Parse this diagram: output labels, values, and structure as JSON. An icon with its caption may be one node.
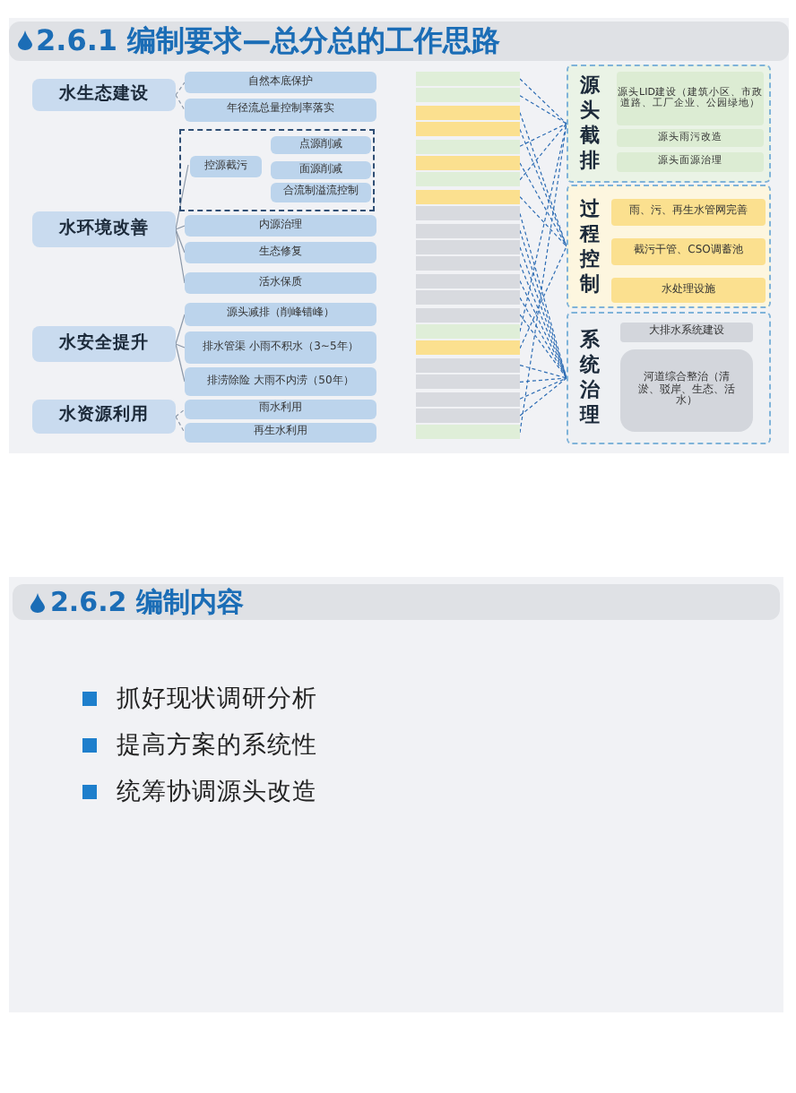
{
  "diagram": {
    "title": "2.6.1 编制要求—总分总的工作思路",
    "nodes": [
      {
        "text": [
          "水生态建设"
        ]
      },
      {
        "text": [
          "自然本底保护"
        ]
      },
      {
        "text": [
          "年径流总量控制率落实"
        ]
      },
      {
        "text": [
          "水环境改善"
        ]
      },
      {
        "text": [],
        "shape": "box"
      },
      {
        "text": [
          "控源截污"
        ],
        "in": 4
      },
      {
        "text": [
          "点源削减"
        ],
        "in": 4
      },
      {
        "text": [
          "面源削减"
        ],
        "in": 4
      },
      {
        "text": [
          "合流制溢流控制"
        ],
        "in": 4
      },
      {
        "text": [
          "内源治理"
        ]
      },
      {
        "text": [
          "生态修复"
        ]
      },
      {
        "text": [
          "活水保质"
        ]
      },
      {
        "text": [
          "水安全提升"
        ]
      },
      {
        "text": [
          "源头减排（削峰错峰）"
        ]
      },
      {
        "text": [
          "排水管渠 小雨不积水（3~5年）"
        ]
      },
      {
        "text": [
          "排涝除险 大雨不内涝（50年）"
        ]
      },
      {
        "text": [
          "水资源利用"
        ]
      },
      {
        "text": [
          "雨水利用"
        ]
      },
      {
        "text": [
          "再生水利用"
        ]
      },
      {
        "text": [],
        "shape": "box"
      },
      {
        "text": [],
        "shape": "box"
      },
      {
        "text": [],
        "shape": "box"
      },
      {
        "text": [],
        "shape": "box"
      },
      {
        "text": [],
        "shape": "box"
      },
      {
        "text": [],
        "shape": "box"
      },
      {
        "text": [],
        "shape": "box"
      },
      {
        "text": [],
        "shape": "box"
      },
      {
        "text": [],
        "shape": "box"
      },
      {
        "text": [],
        "shape": "box"
      },
      {
        "text": [],
        "shape": "box"
      },
      {
        "text": [],
        "shape": "box"
      },
      {
        "text": [],
        "shape": "box"
      },
      {
        "text": [],
        "shape": "box"
      },
      {
        "text": [],
        "shape": "box"
      },
      {
        "text": [],
        "shape": "box"
      },
      {
        "text": [],
        "shape": "box"
      },
      {
        "text": [],
        "shape": "box"
      },
      {
        "text": [],
        "shape": "box"
      },
      {
        "text": [],
        "shape": "box"
      },
      {
        "text": [],
        "shape": "box"
      },
      {
        "text": [],
        "shape": "box"
      },
      {
        "text": [
          "源头截排"
        ]
      },
      {
        "text": [
          "源头LID建设（建筑小区、市政道路、工厂企业、公园绿地）"
        ],
        "in": 41
      },
      {
        "text": [
          "源头雨污改造"
        ],
        "in": 41
      },
      {
        "text": [
          "源头面源治理"
        ],
        "in": 41
      },
      {
        "text": [
          "过程控制"
        ]
      },
      {
        "text": [
          "雨、污、再生水管网完善"
        ],
        "in": 45
      },
      {
        "text": [
          "截污干管、CSO调蓄池"
        ],
        "in": 45
      },
      {
        "text": [
          "水处理设施"
        ],
        "in": 45
      },
      {
        "text": [
          "系统治理"
        ]
      },
      {
        "text": [
          "大排水系统建设"
        ],
        "in": 49
      },
      {
        "text": [
          "河道综合整治（清淤、驳岸、生态、活水）"
        ],
        "in": 49
      }
    ],
    "edges": [
      {
        "from": 0,
        "to": 1,
        "arrow": "none",
        "style": "dashed",
        "color": "#8a97a8"
      },
      {
        "from": 0,
        "to": 2,
        "arrow": "none",
        "style": "dashed",
        "color": "#8a97a8"
      },
      {
        "from": 3,
        "to": 5,
        "arrow": "none",
        "color": "#8a97a8"
      },
      {
        "from": 3,
        "to": 9,
        "arrow": "none",
        "color": "#8a97a8"
      },
      {
        "from": 3,
        "to": 10,
        "arrow": "none",
        "color": "#8a97a8"
      },
      {
        "from": 3,
        "to": 11,
        "arrow": "none",
        "color": "#8a97a8"
      },
      {
        "from": 12,
        "to": 13,
        "arrow": "none",
        "color": "#8a97a8"
      },
      {
        "from": 12,
        "to": 14,
        "arrow": "none",
        "color": "#8a97a8"
      },
      {
        "from": 12,
        "to": 15,
        "arrow": "none",
        "color": "#8a97a8"
      },
      {
        "from": 16,
        "to": 17,
        "arrow": "none",
        "style": "dashed",
        "color": "#8a97a8"
      },
      {
        "from": 16,
        "to": 18,
        "arrow": "none",
        "style": "dashed",
        "color": "#8a97a8"
      },
      {
        "from": 19,
        "to": 41,
        "arrow": "none",
        "style": "dashed"
      },
      {
        "from": 20,
        "to": 41,
        "arrow": "none",
        "style": "dashed"
      },
      {
        "from": 21,
        "to": 45,
        "arrow": "none",
        "style": "dashed"
      },
      {
        "from": 22,
        "to": 45,
        "arrow": "none",
        "style": "dashed"
      },
      {
        "from": 23,
        "to": 41,
        "arrow": "none",
        "style": "dashed"
      },
      {
        "from": 24,
        "to": 45,
        "arrow": "none",
        "style": "dashed"
      },
      {
        "from": 25,
        "to": 41,
        "arrow": "none",
        "style": "dashed"
      },
      {
        "from": 26,
        "to": 45,
        "arrow": "none",
        "style": "dashed"
      },
      {
        "from": 27,
        "to": 49,
        "arrow": "none",
        "style": "dashed"
      },
      {
        "from": 28,
        "to": 49,
        "arrow": "none",
        "style": "dashed"
      },
      {
        "from": 29,
        "to": 49,
        "arrow": "none",
        "style": "dashed"
      },
      {
        "from": 30,
        "to": 49,
        "arrow": "none",
        "style": "dashed"
      },
      {
        "from": 31,
        "to": 49,
        "arrow": "none",
        "style": "dashed"
      },
      {
        "from": 32,
        "to": 49,
        "arrow": "none",
        "style": "dashed"
      },
      {
        "from": 33,
        "to": 49,
        "arrow": "none",
        "style": "dashed"
      },
      {
        "from": 34,
        "to": 41,
        "arrow": "none",
        "style": "dashed"
      },
      {
        "from": 35,
        "to": 45,
        "arrow": "none",
        "style": "dashed"
      },
      {
        "from": 36,
        "to": 49,
        "arrow": "none",
        "style": "dashed"
      },
      {
        "from": 37,
        "to": 49,
        "arrow": "none",
        "style": "dashed"
      },
      {
        "from": 38,
        "to": 49,
        "arrow": "none",
        "style": "dashed"
      },
      {
        "from": 39,
        "to": 49,
        "arrow": "none",
        "style": "dashed"
      },
      {
        "from": 40,
        "to": 41,
        "arrow": "none",
        "style": "dashed"
      }
    ],
    "labels": [
      "2.6.2 编制内容",
      "抓好现状调研分析",
      "提高方案的系统性",
      "统筹协调源头改造"
    ]
  }
}
